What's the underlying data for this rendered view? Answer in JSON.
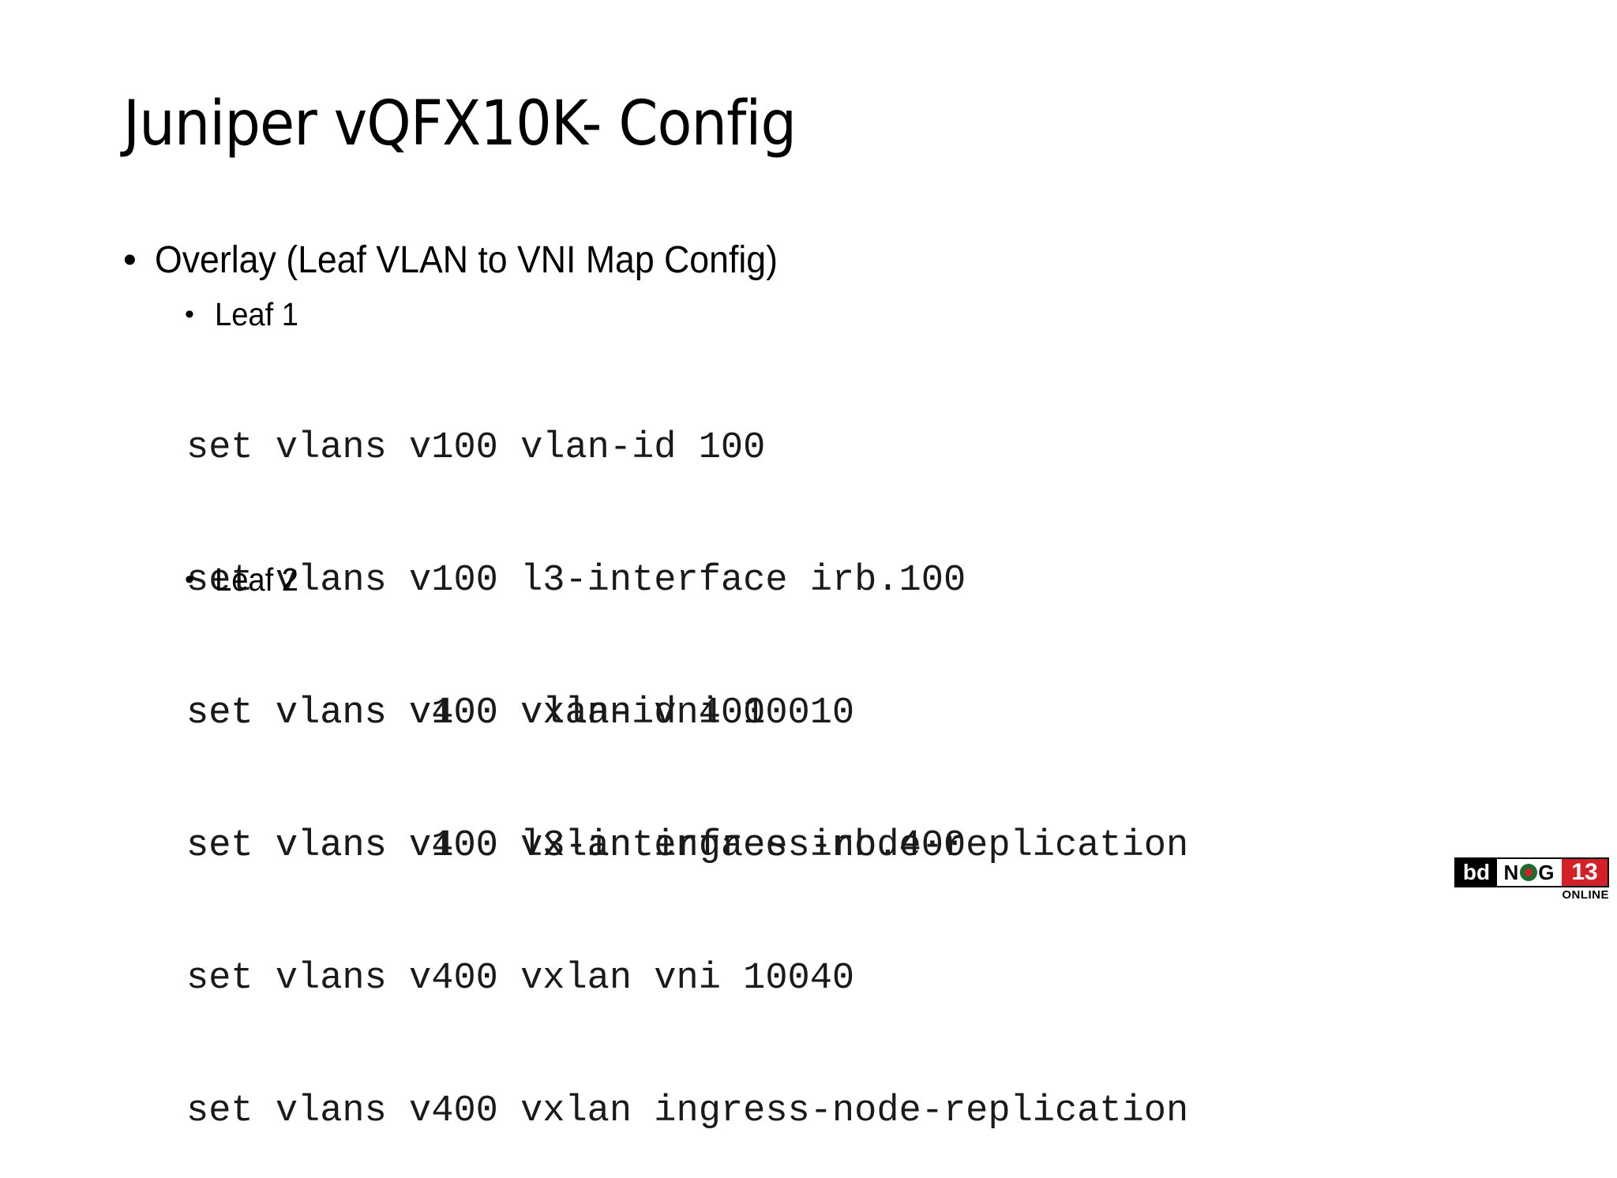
{
  "slide": {
    "title": "Juniper vQFX10K- Config",
    "bullet": {
      "marker": "•",
      "text": "Overlay (Leaf VLAN to VNI Map Config)"
    },
    "sections": [
      {
        "marker": "•",
        "label": "Leaf 1",
        "code": [
          "set vlans v100 vlan-id 100",
          "set vlans v100 l3-interface irb.100",
          "set vlans v100 vxlan vni 10010",
          "set vlans v100 vxlan ingress-node-replication"
        ]
      },
      {
        "marker": "•",
        "label": "Leaf 2",
        "code": [
          "set vlans v400 vlan-id 400",
          "set vlans v400 l3-interface irb.400",
          "set vlans v400 vxlan vni 10040",
          "set vlans v400 vxlan ingress-node-replication"
        ]
      }
    ]
  },
  "logo": {
    "bd": "bd",
    "n": "N",
    "g": "G",
    "number": "13",
    "subtitle": "ONLINE",
    "colors": {
      "red": "#d62027",
      "green": "#1c6b2f",
      "black": "#000000"
    }
  }
}
